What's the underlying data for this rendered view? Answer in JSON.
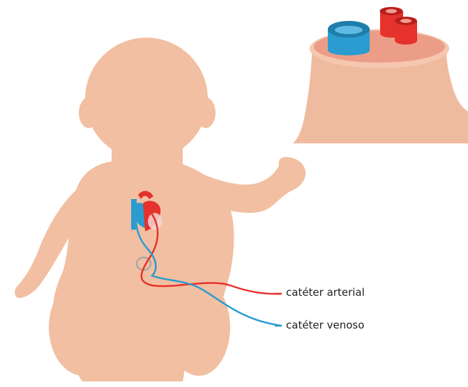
{
  "labels": {
    "arterial_catheter": "catéter arterial",
    "venous_catheter": "catéter venoso"
  },
  "colors": {
    "skin": "#f2bfa2",
    "stump": "#efbb9f",
    "stump_top": "#f5c7ae",
    "stump_inner": "#ec9d88",
    "artery": "#e5322c",
    "artery_dark": "#b81e1c",
    "vein": "#2a9ccf",
    "vein_dark": "#1f7ea9",
    "text": "#222222"
  },
  "icons": {
    "baby": "baby-silhouette",
    "heart": "heart-icon",
    "umbilical_stump": "umbilical-cord-cross-section"
  }
}
